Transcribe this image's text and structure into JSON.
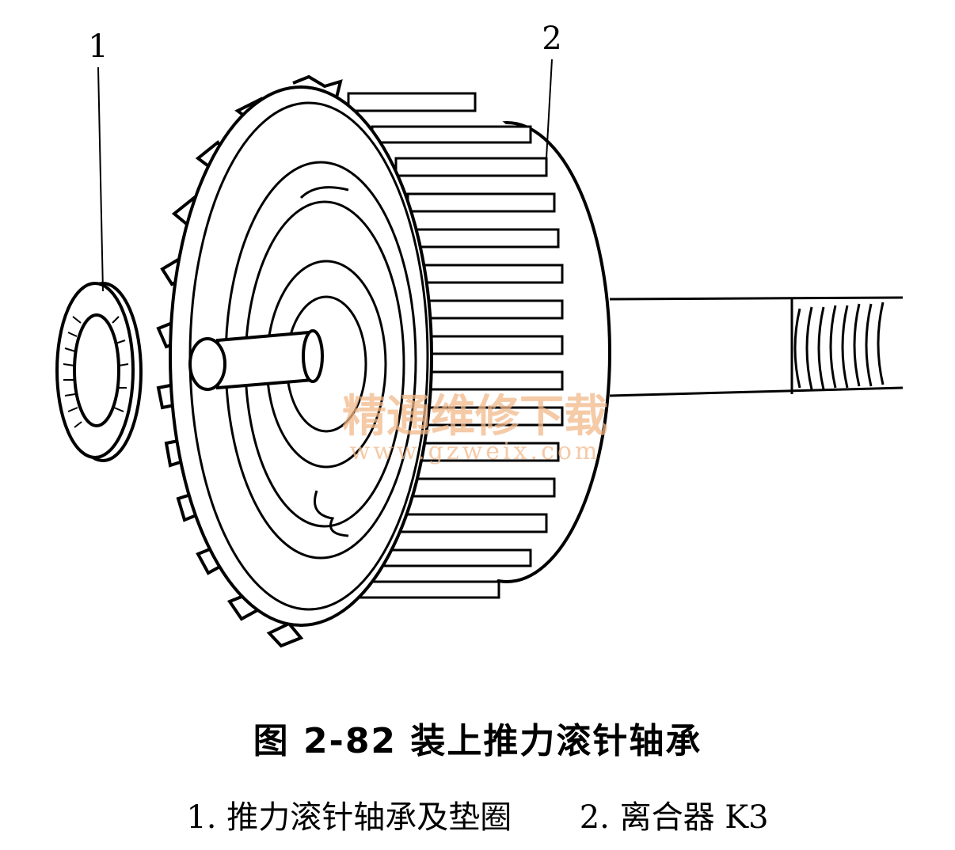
{
  "figure": {
    "callouts": [
      {
        "id": "1",
        "label": "1"
      },
      {
        "id": "2",
        "label": "2"
      }
    ],
    "watermark": {
      "line1": "精通维修下载",
      "line2": "www.gzweix.com",
      "color": "#f2b98a"
    }
  },
  "caption": {
    "title": "图 2-82   装上推力滚针轴承",
    "legend": [
      {
        "number": "1.",
        "text": "推力滚针轴承及垫圈"
      },
      {
        "number": "2.",
        "text": "离合器 K3"
      }
    ]
  },
  "colors": {
    "ink": "#000000",
    "paper": "#ffffff"
  }
}
